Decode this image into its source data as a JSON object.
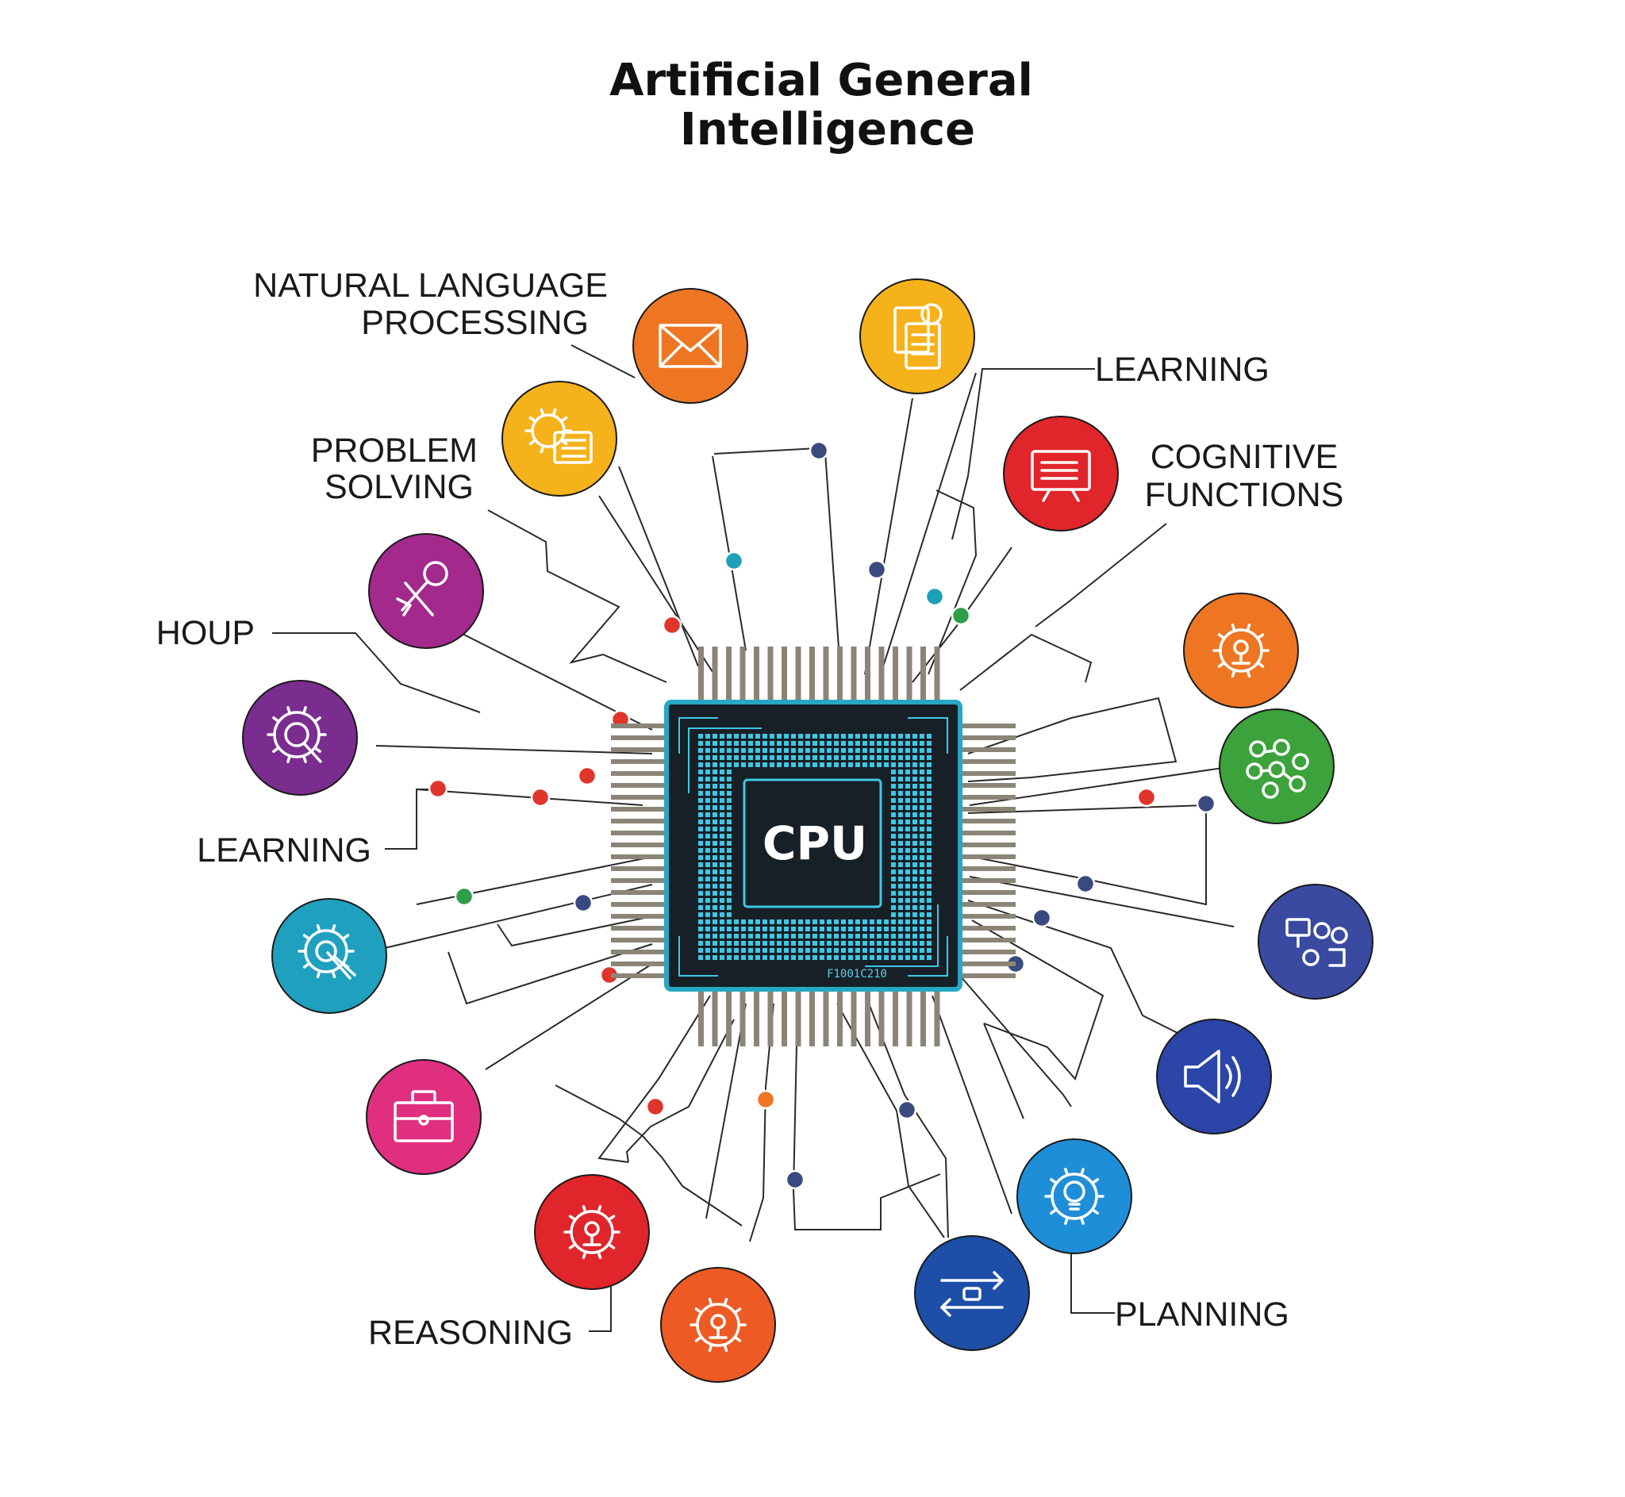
{
  "title": {
    "line1": "Artificial General",
    "line2": "Intelligence"
  },
  "chip": {
    "label": "CPU",
    "code": "F1001C210"
  },
  "labels": {
    "nlp": [
      "NATURAL LANGUAGE",
      "PROCESSING"
    ],
    "learning_top": [
      "LEARNING"
    ],
    "problem_solving": [
      "PROBLEM",
      "SOLVING"
    ],
    "cognitive": [
      "COGNITIVE",
      "FUNCTIONS"
    ],
    "houp": [
      "HOUP"
    ],
    "learning_left": [
      "LEARNING"
    ],
    "reasoning": [
      "REASONING"
    ],
    "planning": [
      "PLANNING"
    ]
  },
  "nodes": [
    {
      "id": "mail",
      "color": "#ee7623",
      "icon": "envelope-icon"
    },
    {
      "id": "doc",
      "color": "#f6b21b",
      "icon": "document-icon"
    },
    {
      "id": "gearlist",
      "color": "#f6b21b",
      "icon": "gear-list-icon"
    },
    {
      "id": "monitor",
      "color": "#e0252b",
      "icon": "presentation-screen-icon"
    },
    {
      "id": "tools",
      "color": "#a3298d",
      "icon": "wrench-pencil-icon"
    },
    {
      "id": "gear-orange",
      "color": "#ee7623",
      "icon": "gear-icon"
    },
    {
      "id": "search-gear",
      "color": "#7a2d8e",
      "icon": "search-gear-icon"
    },
    {
      "id": "network",
      "color": "#3ca23c",
      "icon": "network-nodes-icon"
    },
    {
      "id": "touch",
      "color": "#1fa0bf",
      "icon": "touch-gear-icon"
    },
    {
      "id": "flow",
      "color": "#3a4aa0",
      "icon": "flowchart-icon"
    },
    {
      "id": "case",
      "color": "#df2f7e",
      "icon": "briefcase-icon"
    },
    {
      "id": "speaker",
      "color": "#2b45a8",
      "icon": "speaker-icon"
    },
    {
      "id": "gear-red",
      "color": "#e0252b",
      "icon": "gear-icon"
    },
    {
      "id": "bulb-gear",
      "color": "#1f8ed8",
      "icon": "lightbulb-gear-icon"
    },
    {
      "id": "gear-orange2",
      "color": "#ee5a24",
      "icon": "gear-icon"
    },
    {
      "id": "transfer",
      "color": "#1d4fa8",
      "icon": "arrows-transfer-icon"
    }
  ],
  "colors": {
    "chip_body": "#162026",
    "chip_border": "#27a7c4",
    "chip_pattern": "#3fc7e6",
    "pins": "#8a8576",
    "lines": "#2a2a2a",
    "dot_red": "#e0352b",
    "dot_navy": "#3b4a7e",
    "dot_teal": "#1ea0b8",
    "dot_green": "#2e9e4a",
    "dot_orange": "#ee7623"
  }
}
